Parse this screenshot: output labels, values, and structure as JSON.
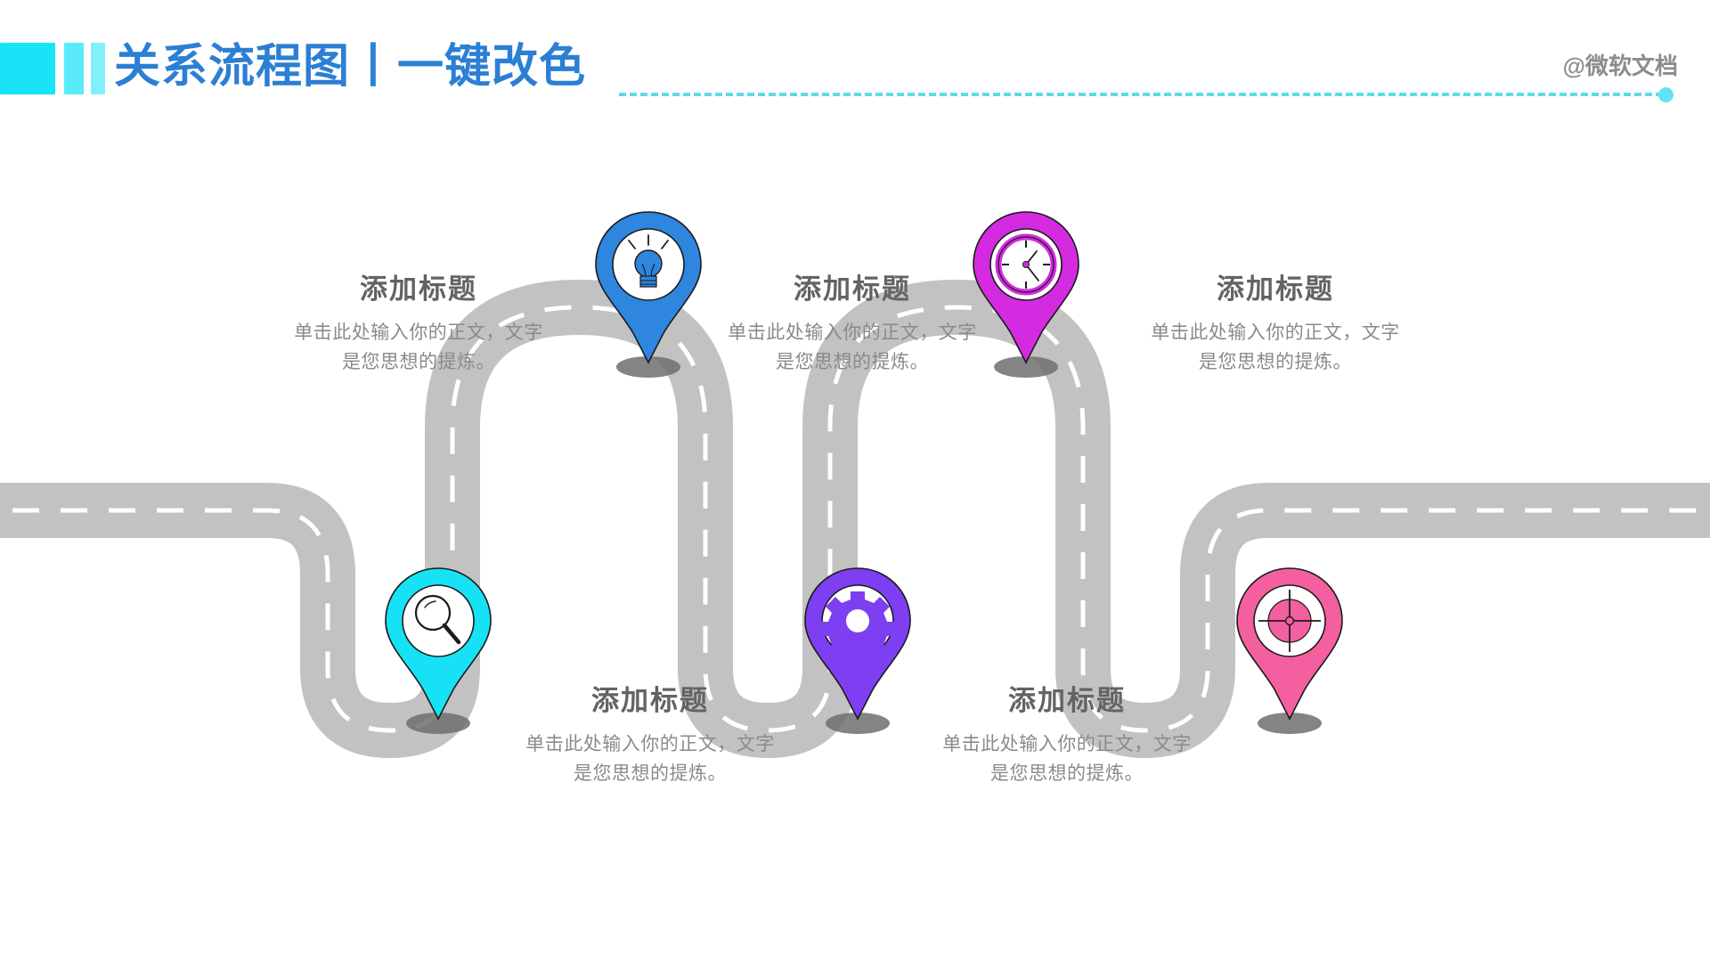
{
  "header": {
    "title": "关系流程图丨一键改色",
    "watermark": "@微软文档",
    "accent_color": "#2B7FD4",
    "bar_color": "#19E3F7",
    "rule_color": "#5FD9EE"
  },
  "steps": [
    {
      "id": "step-1",
      "icon": "lightbulb-icon",
      "color": "#2E86DE",
      "position": "top",
      "title": "添加标题",
      "body_line1": "单击此处输入你的正文，文字",
      "body_line2": "是您思想的提炼。"
    },
    {
      "id": "step-2",
      "icon": "magnifier-icon",
      "color": "#17E2F5",
      "position": "bottom",
      "title": "添加标题",
      "body_line1": "单击此处输入你的正文，文字",
      "body_line2": "是您思想的提炼。"
    },
    {
      "id": "step-3",
      "icon": "clock-icon",
      "color": "#D42BE0",
      "position": "top",
      "title": "添加标题",
      "body_line1": "单击此处输入你的正文，文字",
      "body_line2": "是您思想的提炼。"
    },
    {
      "id": "step-4",
      "icon": "gear-icon",
      "color": "#7E3FF2",
      "position": "bottom",
      "title": "添加标题",
      "body_line1": "单击此处输入你的正文，文字",
      "body_line2": "是您思想的提炼。"
    },
    {
      "id": "step-5",
      "icon": "target-icon",
      "color": "#F45FA0",
      "position": "top",
      "title": "添加标题",
      "body_line1": "单击此处输入你的正文，文字",
      "body_line2": "是您思想的提炼。"
    }
  ],
  "road": {
    "fill": "#C2C2C2",
    "dash": "#FFFFFF",
    "shadow": "#6E6E6E"
  }
}
